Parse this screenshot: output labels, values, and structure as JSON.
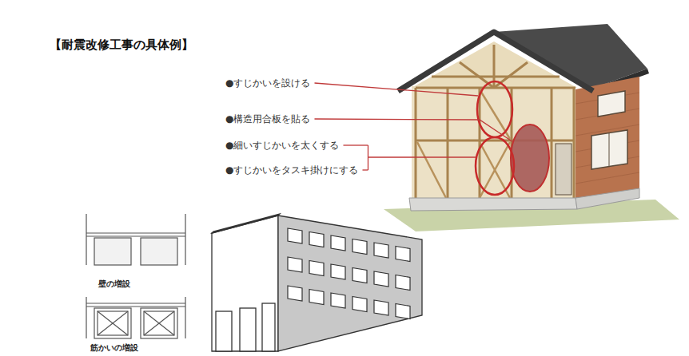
{
  "diagram": {
    "title": "【耐震改修工事の具体例】",
    "labels": [
      "●すじかいを設ける",
      "●構造用合板を貼る",
      "●細いすじかいを太くする",
      "●すじかいをタスキ掛けにする",
      "壁の増設",
      "筋かいの増設"
    ]
  }
}
